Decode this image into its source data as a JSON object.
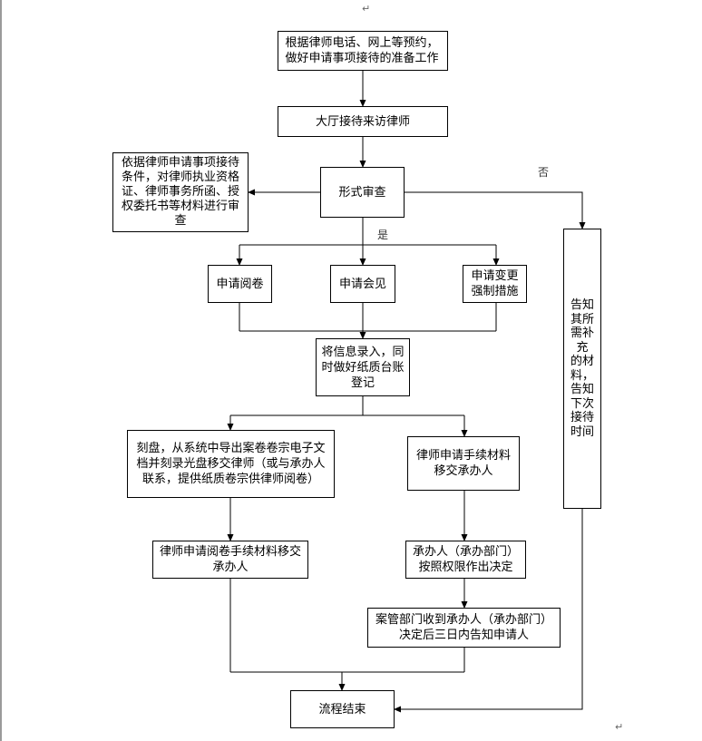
{
  "nodes": {
    "reserve": "根据律师电话、网上等预约，\n做好申请事项接待的准备工作",
    "reception": "大厅接待来访律师",
    "review": "形式审查",
    "review_note": "依据律师申请事项接待\n条件，对律师执业资格\n证、律师事务所函、授\n权委托书等材料进行审\n查",
    "apply_read": "申请阅卷",
    "apply_meet": "申请会见",
    "apply_change": "申请变更\n强制措施",
    "record": "将信息录入，同\n时做好纸质台账\n登记",
    "disc": "刻盘，从系统中导出案卷卷宗电子文\n档并刻录光盘移交律师（或与承办人\n联系，提供纸质卷宗供律师阅卷）",
    "transfer_materials": "律师申请手续材料\n移交承办人",
    "transfer_read": "律师申请阅卷手续材料移交\n承办人",
    "handler_decide": "承办人（承办部门）\n按照权限作出决定",
    "notify": "案管部门收到承办人（承办部门）\n决定后三日内告知申请人",
    "end": "流程结束",
    "supplement": "告知\n其所\n需补\n充\n的材\n料，\n告知\n下次\n接待\n时间"
  },
  "labels": {
    "yes": "是",
    "no": "否"
  },
  "marks": {
    "top": "↵",
    "bottom": "↵"
  }
}
